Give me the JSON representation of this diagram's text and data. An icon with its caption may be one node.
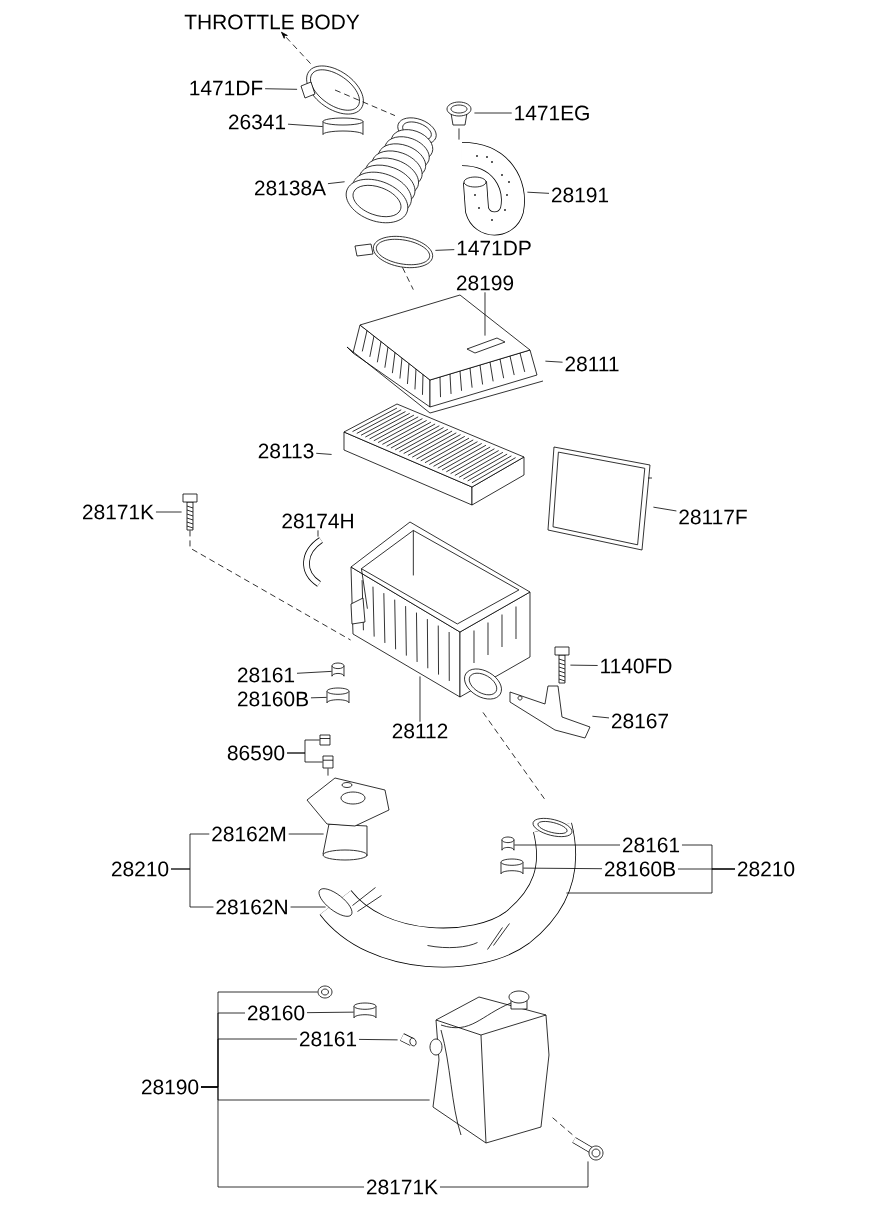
{
  "diagram": {
    "nodes": [
      {
        "text": [
          "THROTTLE BODY"
        ]
      },
      {
        "text": [
          "1471DF"
        ]
      },
      {
        "text": [
          "26341"
        ]
      },
      {
        "text": [
          "28138A"
        ]
      },
      {
        "text": [
          "1471EG"
        ]
      },
      {
        "text": [
          "28191"
        ]
      },
      {
        "text": [
          "1471DP"
        ]
      },
      {
        "text": [
          "28199"
        ]
      },
      {
        "text": [
          "28111"
        ]
      },
      {
        "text": [
          "28113"
        ]
      },
      {
        "text": [
          "28117F"
        ]
      },
      {
        "text": [
          "28171K"
        ]
      },
      {
        "text": [
          "28174H"
        ]
      },
      {
        "text": [
          "28161"
        ]
      },
      {
        "text": [
          "28160B"
        ]
      },
      {
        "text": [
          "28112"
        ]
      },
      {
        "text": [
          "1140FD"
        ]
      },
      {
        "text": [
          "28167"
        ]
      },
      {
        "text": [
          "86590"
        ]
      },
      {
        "text": [
          "28162M"
        ]
      },
      {
        "text": [
          "28210"
        ]
      },
      {
        "text": [
          "28162N"
        ]
      },
      {
        "text": [
          "28161"
        ]
      },
      {
        "text": [
          "28160B"
        ]
      },
      {
        "text": [
          "28210"
        ]
      },
      {
        "text": [
          "28160"
        ]
      },
      {
        "text": [
          "28161"
        ]
      },
      {
        "text": [
          "28190"
        ]
      },
      {
        "text": [
          "28171K"
        ]
      },
      {
        "text": [],
        "shape": "picture"
      },
      {
        "text": [],
        "shape": "cylinder"
      },
      {
        "text": [],
        "shape": "picture"
      },
      {
        "text": [],
        "shape": "picture"
      },
      {
        "text": [],
        "shape": "picture"
      },
      {
        "text": [],
        "shape": "picture"
      },
      {
        "text": [],
        "shape": "picture"
      },
      {
        "text": [],
        "shape": "picture",
        "in": 35
      },
      {
        "text": [],
        "shape": "picture"
      },
      {
        "text": [],
        "shape": "picture"
      },
      {
        "text": [],
        "shape": "picture"
      },
      {
        "text": [],
        "shape": "picture"
      },
      {
        "text": [],
        "shape": "cylinder"
      },
      {
        "text": [],
        "shape": "cylinder"
      },
      {
        "text": [],
        "shape": "picture"
      },
      {
        "text": [],
        "shape": "picture"
      },
      {
        "text": [],
        "shape": "picture"
      },
      {
        "text": [],
        "shape": "box"
      },
      {
        "text": [],
        "shape": "box"
      },
      {
        "text": [],
        "shape": "picture"
      },
      {
        "text": [],
        "shape": "picture"
      },
      {
        "text": [],
        "shape": "cylinder",
        "in": 49
      },
      {
        "text": [],
        "shape": "cylinder",
        "in": 49
      },
      {
        "text": [],
        "shape": "circle"
      },
      {
        "text": [],
        "shape": "cylinder"
      },
      {
        "text": [],
        "shape": "picture"
      },
      {
        "text": [],
        "shape": "picture"
      },
      {
        "text": [],
        "shape": "picture"
      }
    ],
    "edges": [
      {
        "from": 29,
        "to": 0,
        "arrow": "to",
        "style": "dashed"
      },
      {
        "from": 29,
        "to": 31,
        "arrow": "none",
        "style": "dashed"
      },
      {
        "from": 1,
        "to": 29,
        "arrow": "none"
      },
      {
        "from": 2,
        "to": 30,
        "arrow": "none"
      },
      {
        "from": 3,
        "to": 31,
        "arrow": "none"
      },
      {
        "from": 4,
        "to": 32,
        "arrow": "none"
      },
      {
        "from": 32,
        "to": 33,
        "arrow": "none"
      },
      {
        "from": 5,
        "to": 33,
        "arrow": "none"
      },
      {
        "from": 6,
        "to": 34,
        "arrow": "none"
      },
      {
        "from": 34,
        "to": 35,
        "arrow": "none",
        "style": "dashed"
      },
      {
        "from": 7,
        "to": 36,
        "arrow": "none"
      },
      {
        "from": 8,
        "to": 35,
        "arrow": "none"
      },
      {
        "from": 9,
        "to": 37,
        "arrow": "none"
      },
      {
        "from": 10,
        "to": 38,
        "arrow": "none"
      },
      {
        "from": 11,
        "to": 39,
        "arrow": "none"
      },
      {
        "from": 39,
        "to": 43,
        "arrow": "none",
        "style": "dashed"
      },
      {
        "from": 12,
        "to": 40,
        "arrow": "none"
      },
      {
        "from": 13,
        "to": 41,
        "arrow": "none"
      },
      {
        "from": 14,
        "to": 42,
        "arrow": "none"
      },
      {
        "from": 15,
        "to": 43,
        "arrow": "none"
      },
      {
        "from": 16,
        "to": 44,
        "arrow": "none"
      },
      {
        "from": 17,
        "to": 45,
        "arrow": "none"
      },
      {
        "from": 43,
        "to": 49,
        "arrow": "none",
        "style": "dashed"
      },
      {
        "from": 18,
        "to": 46,
        "arrow": "none"
      },
      {
        "from": 18,
        "to": 47,
        "arrow": "none"
      },
      {
        "from": 47,
        "to": 48,
        "arrow": "none"
      },
      {
        "from": 20,
        "to": 19,
        "arrow": "none"
      },
      {
        "from": 20,
        "to": 21,
        "arrow": "none"
      },
      {
        "from": 19,
        "to": 48,
        "arrow": "none"
      },
      {
        "from": 21,
        "to": 49,
        "arrow": "none"
      },
      {
        "from": 22,
        "to": 50,
        "arrow": "none"
      },
      {
        "from": 23,
        "to": 51,
        "arrow": "none"
      },
      {
        "from": 24,
        "to": 22,
        "arrow": "none"
      },
      {
        "from": 24,
        "to": 23,
        "arrow": "none"
      },
      {
        "from": 24,
        "to": 49,
        "arrow": "none"
      },
      {
        "from": 27,
        "to": 52,
        "arrow": "none"
      },
      {
        "from": 27,
        "to": 25,
        "arrow": "none"
      },
      {
        "from": 27,
        "to": 26,
        "arrow": "none"
      },
      {
        "from": 27,
        "to": 55,
        "arrow": "none"
      },
      {
        "from": 27,
        "to": 28,
        "arrow": "none"
      },
      {
        "from": 25,
        "to": 53,
        "arrow": "none"
      },
      {
        "from": 26,
        "to": 54,
        "arrow": "none"
      },
      {
        "from": 28,
        "to": 56,
        "arrow": "none"
      },
      {
        "from": 56,
        "to": 55,
        "arrow": "none",
        "style": "dashed"
      }
    ]
  }
}
